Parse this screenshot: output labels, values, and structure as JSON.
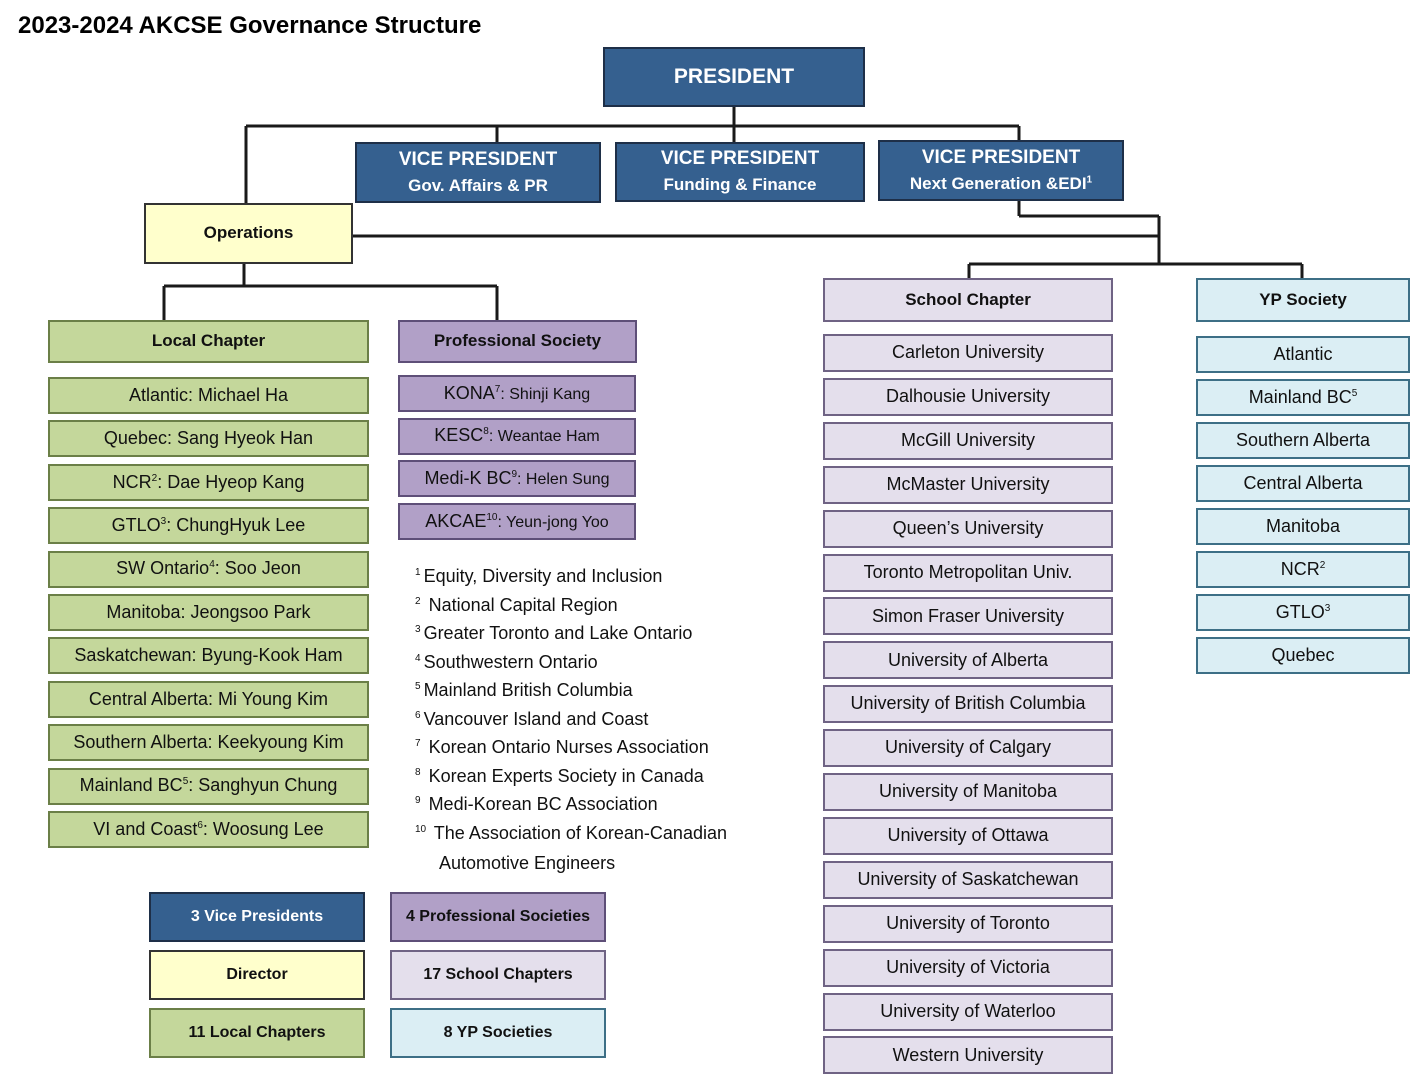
{
  "title": "2023-2024 AKCSE Governance Structure",
  "colors": {
    "navy": "#35608f",
    "yellow": "#ffffcc",
    "green": "#c4d79b",
    "purple": "#b1a0c7",
    "lavender": "#e4dfec",
    "cyan": "#dbeef4"
  },
  "president": "PRESIDENT",
  "vice_presidents": [
    {
      "title": "VICE PRESIDENT",
      "portfolio": "Gov. Affairs &  PR",
      "note": ""
    },
    {
      "title": "VICE PRESIDENT",
      "portfolio": "Funding & Finance",
      "note": ""
    },
    {
      "title": "VICE PRESIDENT",
      "portfolio": "Next Generation &EDI",
      "note": "1"
    }
  ],
  "operations": "Operations",
  "local_chapter": {
    "header": "Local Chapter",
    "items": [
      {
        "pre": "Atlantic: Michael Ha",
        "sup": "",
        "post": ""
      },
      {
        "pre": "Quebec: Sang Hyeok Han",
        "sup": "",
        "post": ""
      },
      {
        "pre": "NCR",
        "sup": "2",
        "post": ": Dae Hyeop Kang"
      },
      {
        "pre": "GTLO",
        "sup": "3",
        "post": ": ChungHyuk Lee"
      },
      {
        "pre": "SW Ontario",
        "sup": "4",
        "post": ": Soo Jeon"
      },
      {
        "pre": "Manitoba: Jeongsoo Park",
        "sup": "",
        "post": ""
      },
      {
        "pre": "Saskatchewan: Byung-Kook Ham",
        "sup": "",
        "post": ""
      },
      {
        "pre": "Central Alberta: Mi Young Kim",
        "sup": "",
        "post": ""
      },
      {
        "pre": "Southern Alberta: Keekyoung Kim",
        "sup": "",
        "post": ""
      },
      {
        "pre": "Mainland BC",
        "sup": "5",
        "post": ": Sanghyun Chung"
      },
      {
        "pre": "VI and Coast",
        "sup": "6",
        "post": ": Woosung Lee"
      }
    ]
  },
  "professional_society": {
    "header": "Professional Society",
    "items": [
      {
        "pre": "KONA",
        "sup": "7",
        "post": ": Shinji Kang"
      },
      {
        "pre": "KESC",
        "sup": "8",
        "post": ": Weantae Ham"
      },
      {
        "pre": "Medi-K BC",
        "sup": "9",
        "post": ": Helen Sung"
      },
      {
        "pre": "AKCAE",
        "sup": "10",
        "post": ": Yeun-jong Yoo"
      }
    ]
  },
  "footnotes": [
    {
      "num": "1",
      "text": "Equity, Diversity and Inclusion",
      "cont": ""
    },
    {
      "num": "2",
      "text": " National Capital Region",
      "cont": ""
    },
    {
      "num": "3",
      "text": "Greater Toronto and Lake Ontario",
      "cont": ""
    },
    {
      "num": "4",
      "text": "Southwestern Ontario",
      "cont": ""
    },
    {
      "num": "5",
      "text": "Mainland British Columbia",
      "cont": ""
    },
    {
      "num": "6",
      "text": "Vancouver Island and Coast",
      "cont": ""
    },
    {
      "num": "7",
      "text": " Korean Ontario Nurses Association",
      "cont": ""
    },
    {
      "num": "8",
      "text": " Korean Experts Society in Canada",
      "cont": ""
    },
    {
      "num": "9",
      "text": " Medi-Korean BC Association",
      "cont": ""
    },
    {
      "num": "10",
      "text": " The Association of Korean-Canadian",
      "cont": "Automotive Engineers"
    }
  ],
  "school_chapter": {
    "header": "School Chapter",
    "items": [
      "Carleton University",
      "Dalhousie University",
      "McGill University",
      "McMaster University",
      "Queen’s University",
      "Toronto Metropolitan Univ.",
      "Simon Fraser University",
      "University of Alberta",
      "University of British Columbia",
      "University of Calgary",
      "University of Manitoba",
      "University of Ottawa",
      "University of Saskatchewan",
      "University of Toronto",
      "University of Victoria",
      "University of Waterloo",
      "Western University"
    ]
  },
  "yp_society": {
    "header": "YP Society",
    "items": [
      {
        "pre": "Atlantic",
        "sup": ""
      },
      {
        "pre": "Mainland BC",
        "sup": "5"
      },
      {
        "pre": "Southern Alberta",
        "sup": ""
      },
      {
        "pre": "Central Alberta",
        "sup": ""
      },
      {
        "pre": "Manitoba",
        "sup": ""
      },
      {
        "pre": "NCR",
        "sup": "2"
      },
      {
        "pre": "GTLO",
        "sup": "3"
      },
      {
        "pre": "Quebec",
        "sup": ""
      }
    ]
  },
  "legend": [
    {
      "label": "3 Vice Presidents",
      "style": "navy"
    },
    {
      "label": "4 Professional Societies",
      "style": "purple"
    },
    {
      "label": "Director",
      "style": "yellow"
    },
    {
      "label": "17 School Chapters",
      "style": "lavender"
    },
    {
      "label": "11 Local Chapters",
      "style": "green"
    },
    {
      "label": "8 YP Societies",
      "style": "cyan"
    }
  ]
}
